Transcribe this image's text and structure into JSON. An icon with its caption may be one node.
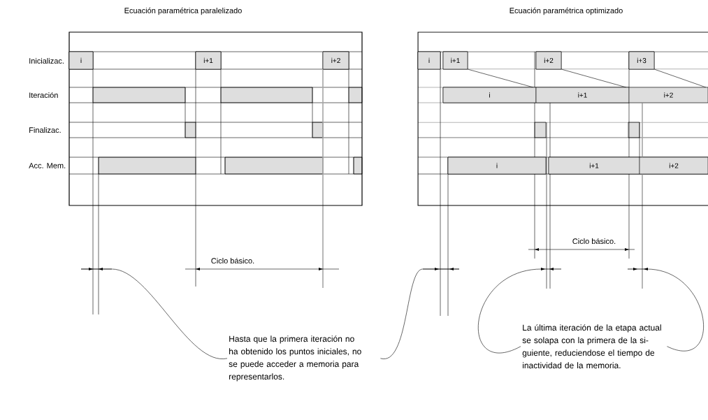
{
  "diagram": {
    "nodes": [
      {
        "text": [
          "Hasta que la primera iteración no ha obtenido los puntos iniciales, no se puede acceder a memoria para representarlos."
        ]
      },
      {
        "text": [
          "La última iteración de la etapa actual se solapa con la primera de la si-guiente, reduciendose el tiempo de inactividad de la memoria."
        ]
      },
      {
        "text": [],
        "shape": "bar"
      },
      {
        "text": [],
        "shape": "bar"
      },
      {
        "text": [],
        "shape": "bar"
      },
      {
        "text": [],
        "shape": "bar"
      }
    ],
    "edges": [
      {
        "from": 0,
        "to": 2,
        "arrow": "none"
      },
      {
        "from": 0,
        "to": 3,
        "arrow": "none"
      },
      {
        "from": 1,
        "to": 4,
        "arrow": "none"
      },
      {
        "from": 1,
        "to": 5,
        "arrow": "none"
      }
    ],
    "labels": [
      "Ecuación paramétrica paralelizado",
      "Ecuación paramétrica optimizado",
      "Inicializac.",
      "Iteración",
      "Finalizac.",
      "Acc. Mem.",
      "i",
      "i+1",
      "i+2",
      "i",
      "i+1",
      "i+2",
      "i+3",
      "i",
      "i+1",
      "i+2",
      "i",
      "i+1",
      "i+2",
      "Ciclo básico.",
      "Ciclo básico."
    ]
  }
}
